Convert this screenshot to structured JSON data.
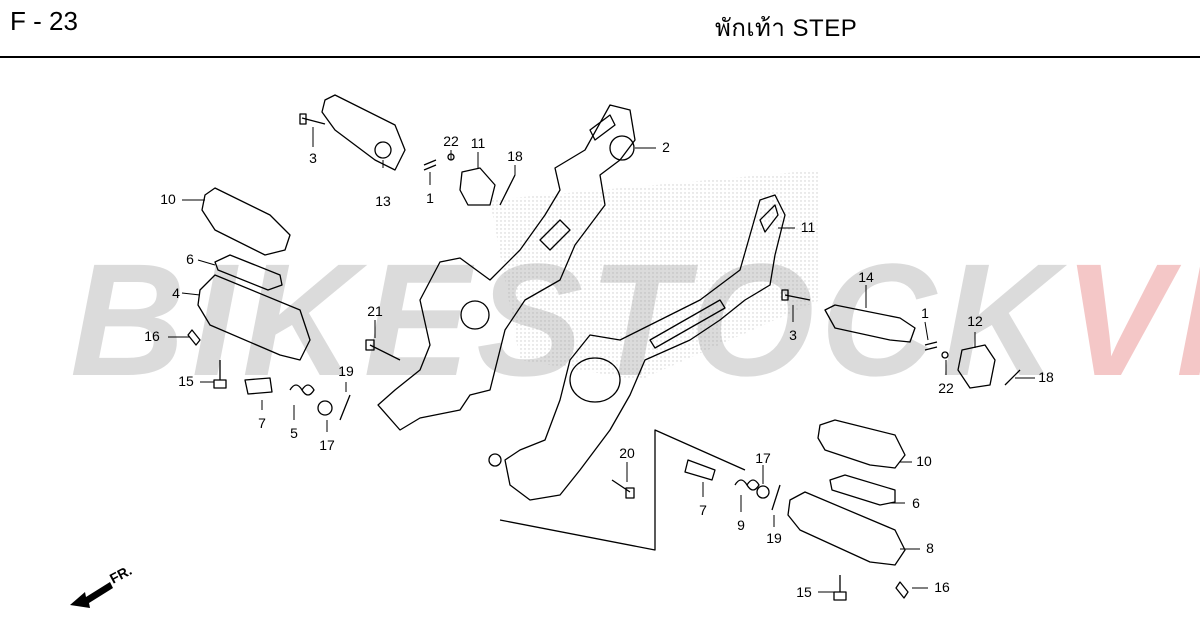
{
  "page": {
    "code": "F - 23",
    "title": "พักเท้า  STEP"
  },
  "watermark": {
    "part_a": "BIKESTOCK",
    "part_b": "VN"
  },
  "fr_label": "FR.",
  "callouts": [
    {
      "label": "3"
    },
    {
      "label": "13"
    },
    {
      "label": "22"
    },
    {
      "label": "1"
    },
    {
      "label": "11"
    },
    {
      "label": "18"
    },
    {
      "label": "2"
    },
    {
      "label": "10"
    },
    {
      "label": "6"
    },
    {
      "label": "4"
    },
    {
      "label": "16"
    },
    {
      "label": "15"
    },
    {
      "label": "7"
    },
    {
      "label": "5"
    },
    {
      "label": "17"
    },
    {
      "label": "19"
    },
    {
      "label": "21"
    },
    {
      "label": "11"
    },
    {
      "label": "14"
    },
    {
      "label": "3"
    },
    {
      "label": "1"
    },
    {
      "label": "12"
    },
    {
      "label": "22"
    },
    {
      "label": "18"
    },
    {
      "label": "20"
    },
    {
      "label": "7"
    },
    {
      "label": "17"
    },
    {
      "label": "9"
    },
    {
      "label": "19"
    },
    {
      "label": "10"
    },
    {
      "label": "6"
    },
    {
      "label": "8"
    },
    {
      "label": "15"
    },
    {
      "label": "16"
    }
  ]
}
